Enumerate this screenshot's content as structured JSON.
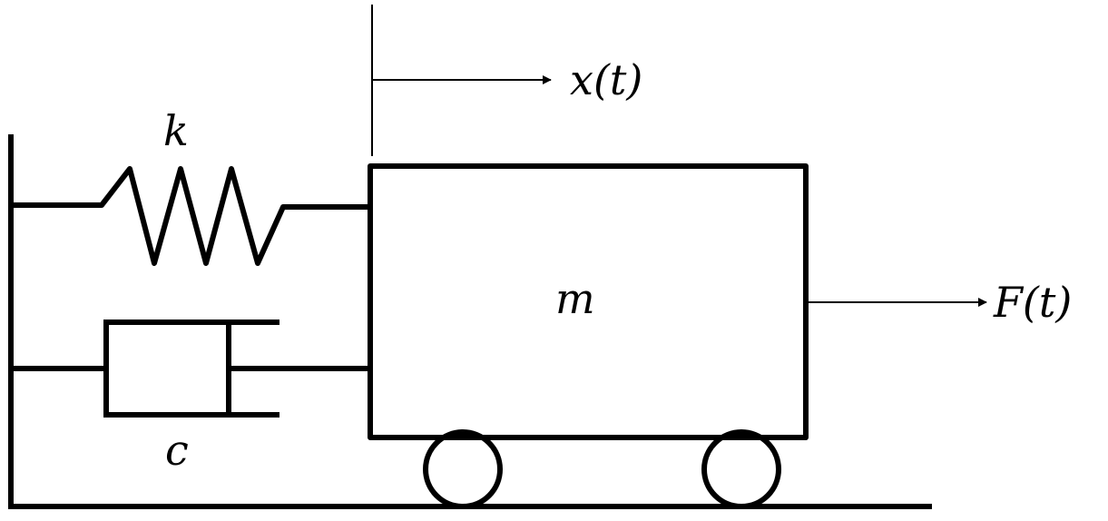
{
  "labels": {
    "spring": "k",
    "damper": "c",
    "mass": "m",
    "displacement": "x(t)",
    "force": "F(t)"
  }
}
